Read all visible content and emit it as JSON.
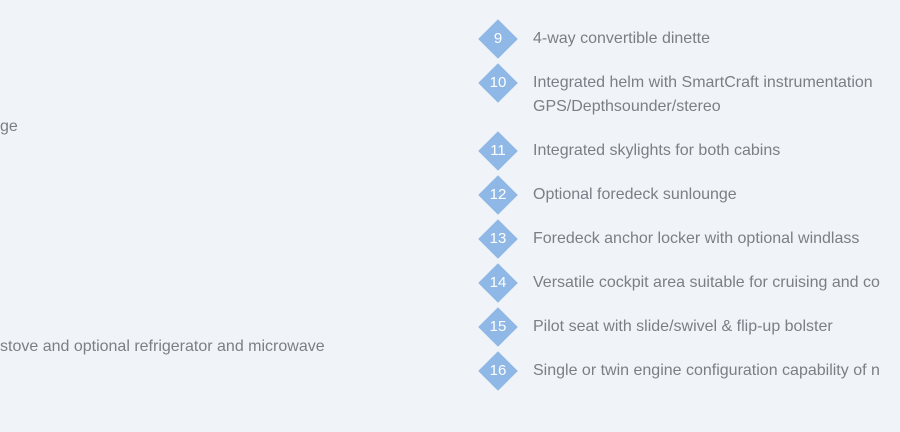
{
  "left_column": {
    "fragment_1": "ge",
    "fragment_2": " stove and optional refrigerator and microwave"
  },
  "features": [
    {
      "number": "9",
      "text": "4-way convertible dinette"
    },
    {
      "number": "10",
      "text": "Integrated helm with SmartCraft instrumentation",
      "text_line2": "GPS/Depthsounder/stereo"
    },
    {
      "number": "11",
      "text": "Integrated skylights for both cabins"
    },
    {
      "number": "12",
      "text": "Optional foredeck sunlounge"
    },
    {
      "number": "13",
      "text": "Foredeck anchor locker with optional windlass"
    },
    {
      "number": "14",
      "text": "Versatile cockpit area suitable for cruising and co"
    },
    {
      "number": "15",
      "text": "Pilot seat with slide/swivel & flip-up bolster"
    },
    {
      "number": "16",
      "text": "Single or twin engine configuration capability of n"
    }
  ],
  "colors": {
    "background": "#f0f4f8",
    "badge": "#8fb8e6",
    "text": "#7a7f85"
  }
}
